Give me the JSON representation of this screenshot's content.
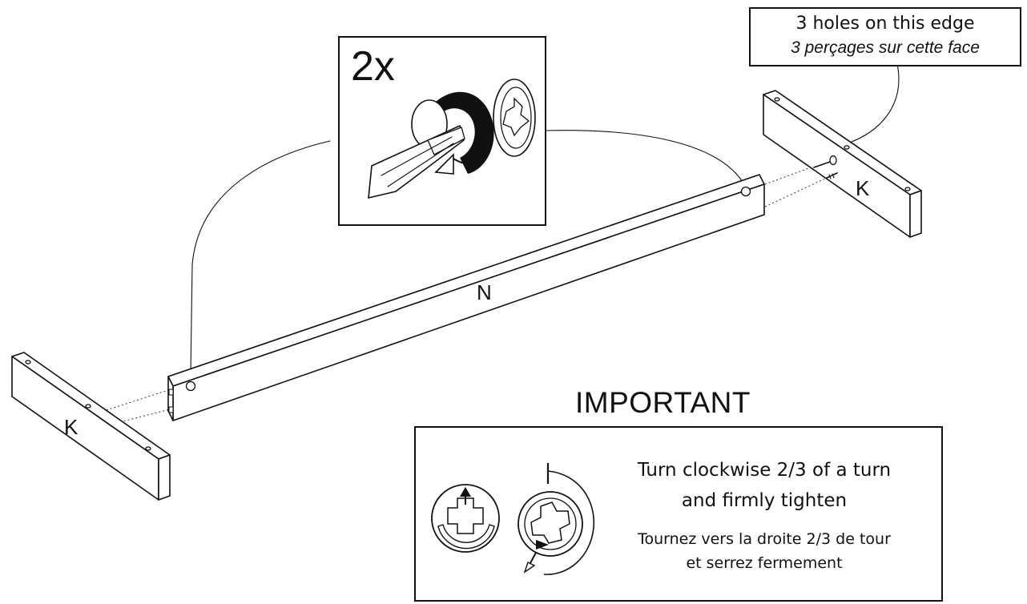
{
  "parts": {
    "rail_label": "N",
    "post_left_label": "K",
    "post_right_label": "K"
  },
  "callout": {
    "line1": "3 holes on this edge",
    "line2": "3 perçages sur cette face"
  },
  "detail": {
    "quantity": "2x"
  },
  "important": {
    "title": "IMPORTANT",
    "line1": "Turn clockwise 2/3 of a turn",
    "line2": "and firmly tighten",
    "line3": "Tournez vers la droite 2/3 de tour",
    "line4": "et serrez fermement"
  },
  "icons": {
    "inset": "cam-lock-screwdriver-icon",
    "cam_start": "cam-lock-start-icon",
    "cam_turned": "cam-lock-clockwise-icon"
  }
}
